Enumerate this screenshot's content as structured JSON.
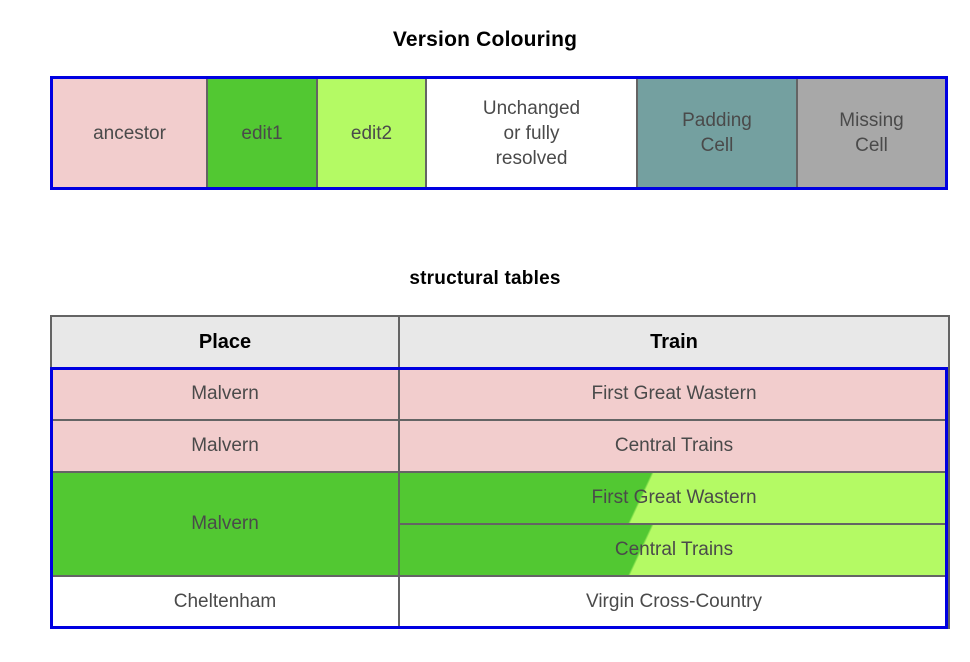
{
  "legend": {
    "title": "Version Colouring",
    "cells": [
      {
        "label": "ancestor",
        "color": "#f2cdcd",
        "name": "legend-cell-ancestor"
      },
      {
        "label": "edit1",
        "color": "#52c832",
        "name": "legend-cell-edit1"
      },
      {
        "label": "edit2",
        "color": "#b4fa64",
        "name": "legend-cell-edit2"
      },
      {
        "label": "Unchanged\nor fully\nresolved",
        "color": "#ffffff",
        "name": "legend-cell-unchanged"
      },
      {
        "label": "Padding\nCell",
        "color": "#74a0a0",
        "name": "legend-cell-padding"
      },
      {
        "label": "Missing\nCell",
        "color": "#a8a8a8",
        "name": "legend-cell-missing"
      }
    ],
    "outline_color": "#0000e1"
  },
  "tables_section": {
    "title": "structural tables",
    "columns": [
      "Place",
      "Train"
    ],
    "rows": [
      {
        "place": "Malvern",
        "train": "First Great Wastern",
        "place_color": "ancestor",
        "train_color": "ancestor"
      },
      {
        "place": "Malvern",
        "train": "Central Trains",
        "place_color": "ancestor",
        "train_color": "ancestor"
      },
      {
        "place": "Malvern",
        "train": "First Great Wastern",
        "place_color": "edit1",
        "train_color": "edit1-edit2-diagonal"
      },
      {
        "place": "",
        "train": "Central Trains",
        "place_color": "edit1",
        "train_color": "edit1-edit2-diagonal"
      },
      {
        "place": "Cheltenham",
        "train": "Virgin Cross-Country",
        "place_color": "unchanged",
        "train_color": "unchanged"
      }
    ],
    "header_bg": "#e8e8e8",
    "border_color": "#646464",
    "outline_color": "#0000e1"
  },
  "palette": {
    "ancestor": "#f2cdcd",
    "edit1": "#52c832",
    "edit2": "#b4fa64",
    "unchanged": "#ffffff",
    "padding": "#74a0a0",
    "missing": "#a8a8a8",
    "text": "#4a4a4a",
    "heading": "#000000"
  }
}
